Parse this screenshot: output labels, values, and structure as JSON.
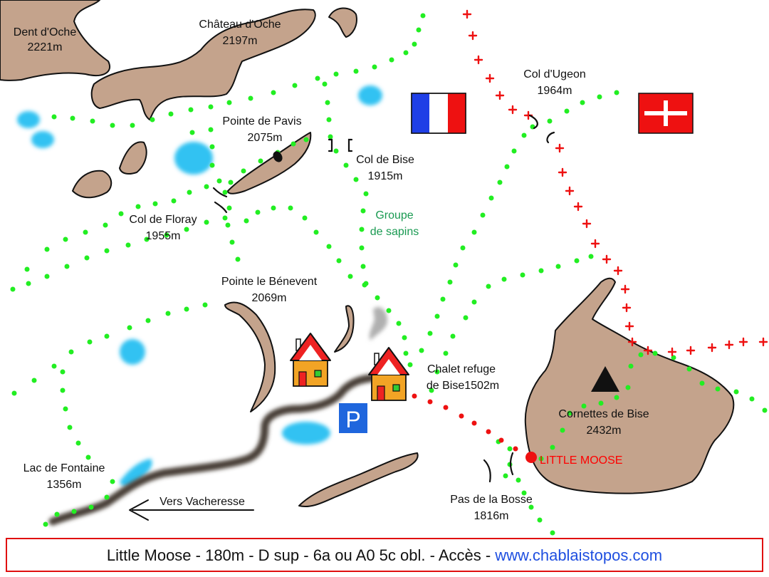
{
  "colors": {
    "rock": "#c4a38c",
    "rock_outline": "#111111",
    "water": "#33c2f2",
    "trail_dot": "#22ee22",
    "border_cross": "#ee1111",
    "route_dot": "#ee1111",
    "road": "#4a4038",
    "label_green": "#1a9a52",
    "footer_border": "#e01010",
    "link": "#1f4fe0"
  },
  "labels": {
    "dent_oche": [
      "Dent d'Oche",
      "2221m"
    ],
    "chateau_oche": [
      "Château d'Oche",
      "2197m"
    ],
    "col_ugeon": [
      "Col d'Ugeon",
      "1964m"
    ],
    "pointe_pavis": [
      "Pointe de Pavis",
      "2075m"
    ],
    "col_bise": [
      "Col de Bise",
      "1915m"
    ],
    "col_floray": [
      "Col de Floray",
      "1955m"
    ],
    "groupe_sapins": [
      "Groupe",
      "de sapins"
    ],
    "pointe_benevent": [
      "Pointe le Bénevent",
      "2069m"
    ],
    "chalet_refuge": [
      "Chalet refuge",
      "de Bise1502m"
    ],
    "cornettes_bise": [
      "Cornettes de Bise",
      "2432m"
    ],
    "little_moose": "LITTLE MOOSE",
    "lac_fontaine": [
      "Lac de Fontaine",
      "1356m"
    ],
    "pas_bosse": [
      "Pas de la Bosse",
      "1816m"
    ],
    "vers_vacheresse": "Vers Vacheresse",
    "parking": "P"
  },
  "footer": {
    "text": "Little Moose - 180m - D sup - 6a ou A0 5c obl. - Accès - ",
    "link": "www.chablaistopos.com"
  },
  "icons": [
    "france-flag-icon",
    "swiss-flag-icon",
    "parking-icon",
    "summit-triangle-icon",
    "chalet-icon"
  ]
}
